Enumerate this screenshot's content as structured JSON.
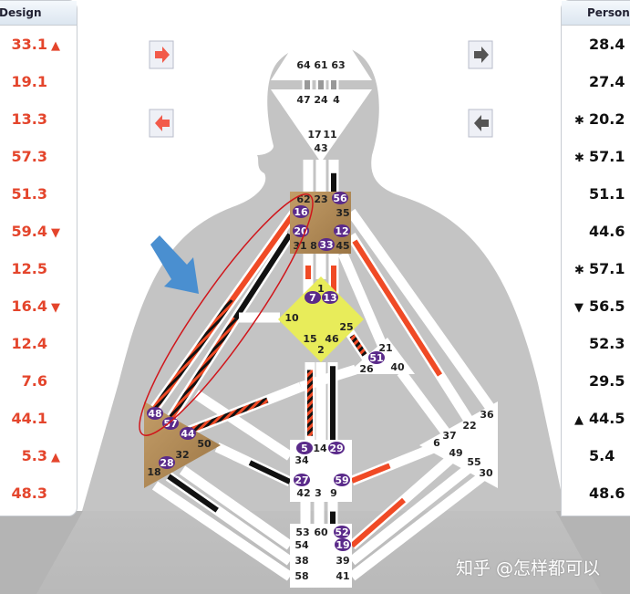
{
  "design_panel": {
    "header": "Design",
    "color": "#e4452c",
    "rows": [
      {
        "value": "33.1",
        "mark": "▲"
      },
      {
        "value": "19.1",
        "mark": ""
      },
      {
        "value": "13.3",
        "mark": ""
      },
      {
        "value": "57.3",
        "mark": ""
      },
      {
        "value": "51.3",
        "mark": ""
      },
      {
        "value": "59.4",
        "mark": "▼"
      },
      {
        "value": "12.5",
        "mark": ""
      },
      {
        "value": "16.4",
        "mark": "▼"
      },
      {
        "value": "12.4",
        "mark": ""
      },
      {
        "value": "7.6",
        "mark": ""
      },
      {
        "value": "44.1",
        "mark": ""
      },
      {
        "value": "5.3",
        "mark": "▲"
      },
      {
        "value": "48.3",
        "mark": ""
      }
    ]
  },
  "personality_panel": {
    "header": "Person",
    "color": "#111111",
    "rows": [
      {
        "value": "28.4",
        "mark": ""
      },
      {
        "value": "27.4",
        "mark": ""
      },
      {
        "value": "20.2",
        "mark": "✱"
      },
      {
        "value": "57.1",
        "mark": "✱"
      },
      {
        "value": "51.1",
        "mark": ""
      },
      {
        "value": "44.6",
        "mark": ""
      },
      {
        "value": "57.1",
        "mark": "✱"
      },
      {
        "value": "56.5",
        "mark": "▼"
      },
      {
        "value": "52.3",
        "mark": ""
      },
      {
        "value": "29.5",
        "mark": ""
      },
      {
        "value": "44.5",
        "mark": "▲"
      },
      {
        "value": "5.4",
        "mark": ""
      },
      {
        "value": "48.6",
        "mark": ""
      }
    ]
  },
  "nav_icons": {
    "design_forward": "arrow-right-icon",
    "design_back": "arrow-left-icon",
    "personality_forward": "arrow-right-icon",
    "personality_back": "arrow-left-icon"
  },
  "colors": {
    "design": "#f04a25",
    "personality": "#111111",
    "defined_center_tan": "#b08a55",
    "g_center": "#e8ec5a",
    "activated_gate": "#5a2a8a"
  },
  "gates": {
    "head": [
      "64",
      "61",
      "63"
    ],
    "ajna": [
      "47",
      "24",
      "4",
      "17",
      "11",
      "43"
    ],
    "throat": [
      "62",
      "23",
      "56",
      "16",
      "35",
      "20",
      "12",
      "31",
      "8",
      "33",
      "45"
    ],
    "g": [
      "1",
      "7",
      "13",
      "10",
      "25",
      "15",
      "46",
      "2"
    ],
    "heart": [
      "21",
      "51",
      "26",
      "40"
    ],
    "spleen": [
      "48",
      "57",
      "44",
      "50",
      "32",
      "28",
      "18"
    ],
    "solar_plexus": [
      "36",
      "22",
      "37",
      "6",
      "49",
      "55",
      "30"
    ],
    "sacral": [
      "5",
      "14",
      "29",
      "34",
      "27",
      "59",
      "42",
      "3",
      "9"
    ],
    "root": [
      "53",
      "60",
      "52",
      "54",
      "19",
      "38",
      "39",
      "58",
      "41"
    ]
  },
  "watermark": "知乎 @怎样都可以"
}
